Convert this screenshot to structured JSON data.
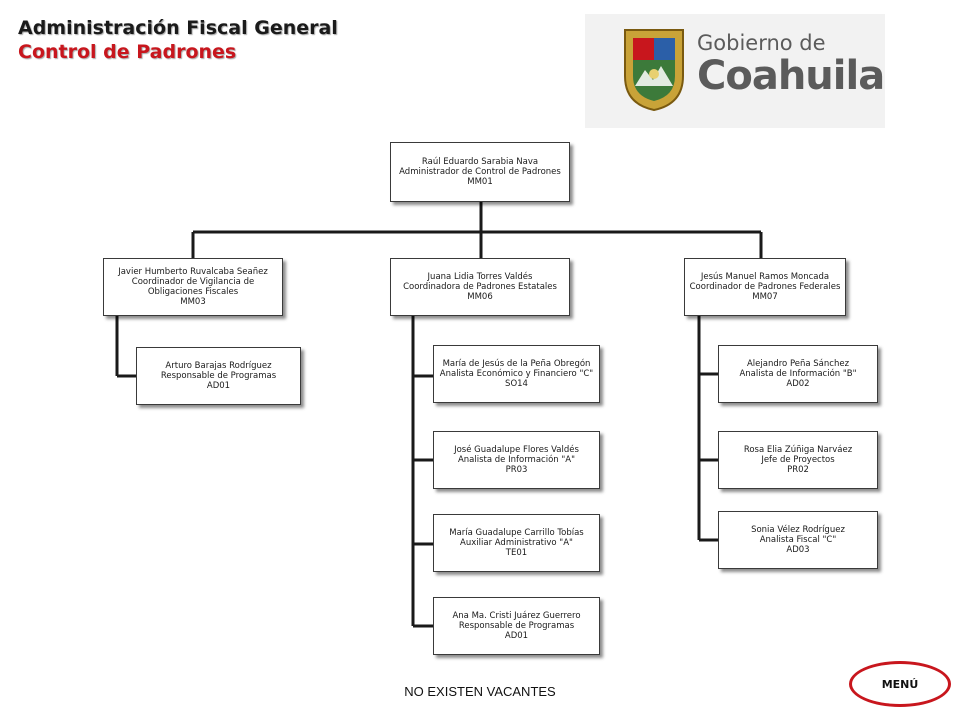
{
  "header": {
    "line1": "Administración Fiscal General",
    "line2": "Control de Padrones"
  },
  "logo": {
    "small": "Gobierno de",
    "big": "Coahuila"
  },
  "org": {
    "director": {
      "name": "Raúl Eduardo Sarabia Nava",
      "title": "Administrador de Control de Padrones",
      "code": "MM01"
    },
    "coordinators": [
      {
        "name": "Javier Humberto Ruvalcaba Seañez",
        "title_lines": [
          "Coordinador de Vigilancia de",
          "Obligaciones Fiscales"
        ],
        "code": "MM03",
        "staff": [
          {
            "name": "Arturo Barajas Rodríguez",
            "title": "Responsable de Programas",
            "code": "AD01"
          }
        ]
      },
      {
        "name": "Juana Lidia Torres Valdés",
        "title_lines": [
          "Coordinadora de Padrones Estatales"
        ],
        "code": "MM06",
        "staff": [
          {
            "name": "María de Jesús de la Peña Obregón",
            "title": "Analista Económico y Financiero \"C\"",
            "code": "SO14"
          },
          {
            "name": "José Guadalupe Flores Valdés",
            "title": "Analista de Información \"A\"",
            "code": "PR03"
          },
          {
            "name": "María Guadalupe Carrillo Tobías",
            "title": "Auxiliar Administrativo \"A\"",
            "code": "TE01"
          },
          {
            "name": "Ana Ma. Cristi Juárez Guerrero",
            "title": "Responsable de Programas",
            "code": "AD01"
          }
        ]
      },
      {
        "name": "Jesús Manuel Ramos Moncada",
        "title_lines": [
          "Coordinador de Padrones Federales"
        ],
        "code": "MM07",
        "staff": [
          {
            "name": "Alejandro Peña Sánchez",
            "title": "Analista de Información \"B\"",
            "code": "AD02"
          },
          {
            "name": "Rosa Elia Zúñiga Narváez",
            "title": "Jefe de Proyectos",
            "code": "PR02"
          },
          {
            "name": "Sonia Vélez Rodríguez",
            "title": "Analista Fiscal \"C\"",
            "code": "AD03"
          }
        ]
      }
    ]
  },
  "footer": {
    "note": "NO EXISTEN VACANTES",
    "menu_label": "MENÚ"
  },
  "colors": {
    "accent_red": "#c8161d",
    "connector": "#1a1a1a"
  }
}
